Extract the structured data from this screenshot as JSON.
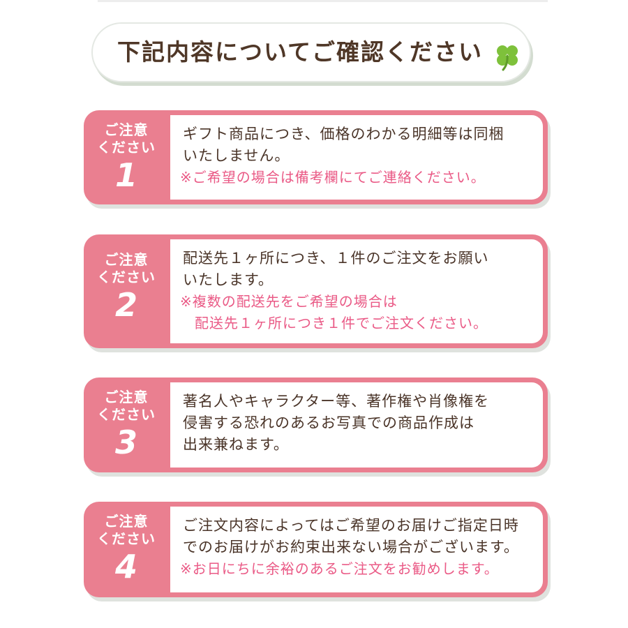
{
  "header": {
    "title": "下記内容についてご確認ください",
    "icon": "clover-icon",
    "icon_color": "#7ec13b"
  },
  "colors": {
    "badge": "#ea7f90",
    "note": "#ea5a86",
    "text": "#4a3428"
  },
  "notices": [
    {
      "badge_label": "ご注意\nください",
      "number": "1",
      "text": "ギフト商品につき、価格のわかる明細等は同梱\nいたしません。",
      "note": "※ご希望の場合は備考欄にてご連絡ください。"
    },
    {
      "badge_label": "ご注意\nください",
      "number": "2",
      "text": "配送先１ヶ所につき、１件のご注文をお願い\nいたします。",
      "note": "※複数の配送先をご希望の場合は\n　配送先１ヶ所につき１件でご注文ください。"
    },
    {
      "badge_label": "ご注意\nください",
      "number": "3",
      "text": "著名人やキャラクター等、著作権や肖像権を\n侵害する恐れのあるお写真での商品作成は\n出来兼ねます。",
      "note": ""
    },
    {
      "badge_label": "ご注意\nください",
      "number": "4",
      "text": "ご注文内容によってはご希望のお届けご指定日時\nでのお届けがお約束出来ない場合がございます。",
      "note": "※お日にちに余裕のあるご注文をお勧めします。"
    }
  ]
}
